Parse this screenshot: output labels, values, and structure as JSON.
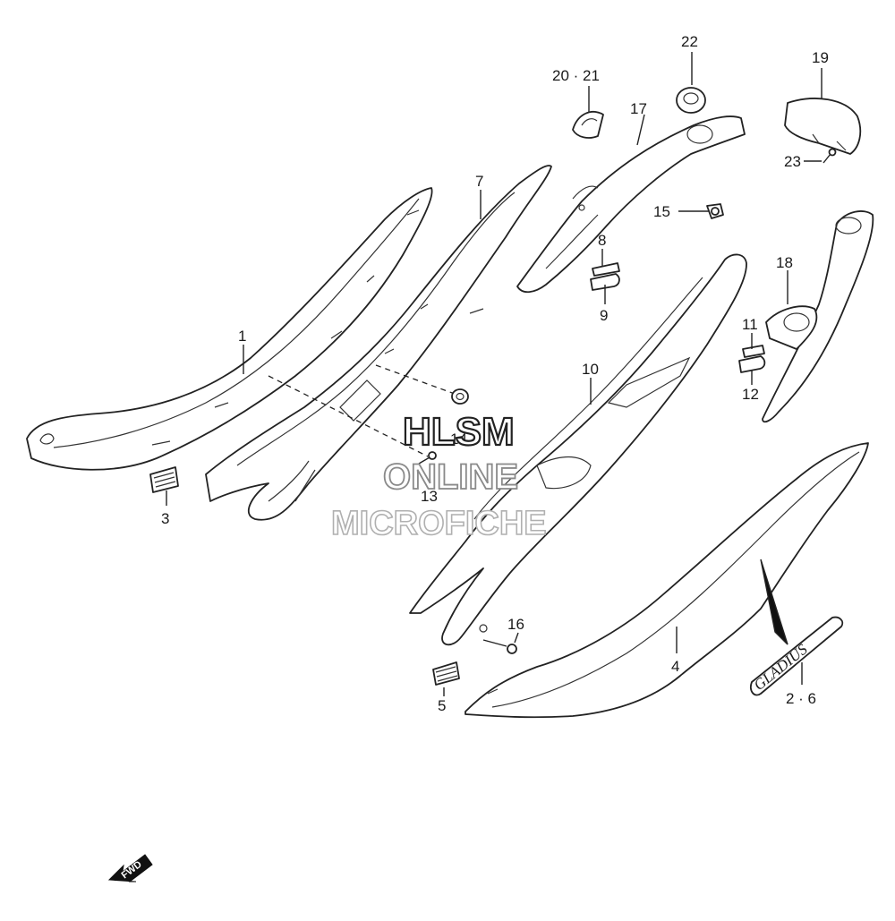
{
  "callouts": {
    "c1": "1",
    "c2_6": "2 · 6",
    "c3": "3",
    "c4": "4",
    "c5": "5",
    "c7": "7",
    "c8": "8",
    "c9": "9",
    "c10": "10",
    "c11": "11",
    "c12": "12",
    "c13": "13",
    "c14": "14",
    "c15": "15",
    "c16": "16",
    "c17": "17",
    "c18": "18",
    "c19": "19",
    "c20_21": "20 · 21",
    "c22": "22",
    "c23": "23"
  },
  "emblem_text": "GLADIUS",
  "fwd_label": "FWD",
  "watermark": {
    "line1": "HLSM",
    "line2": "ONLINE",
    "line3": "MICROFICHE"
  }
}
